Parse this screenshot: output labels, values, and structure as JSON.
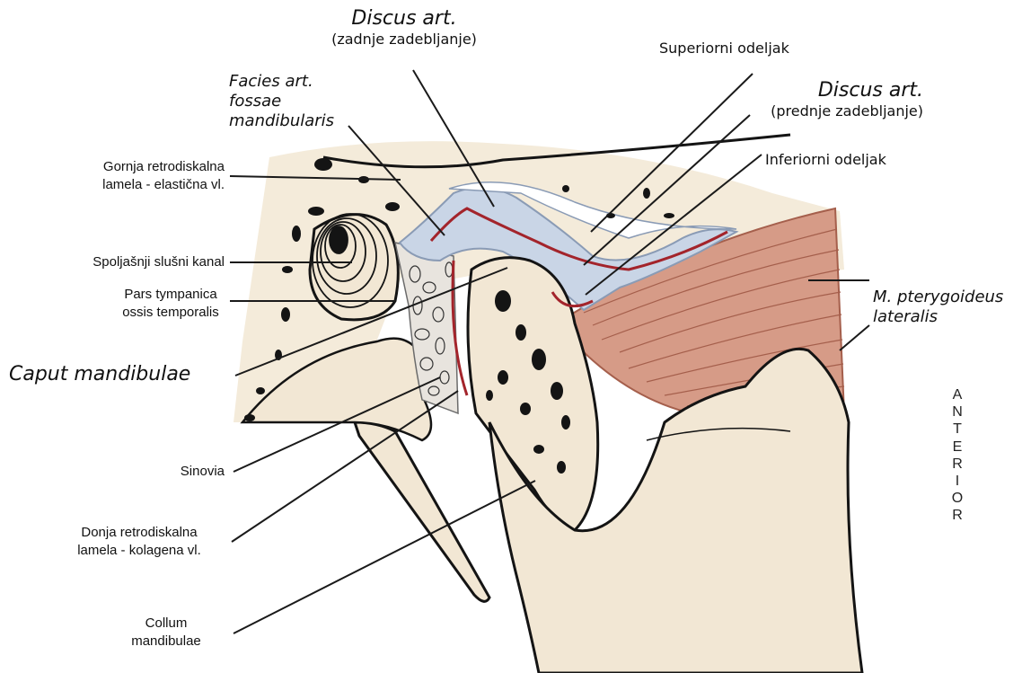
{
  "labels": {
    "discus_post": {
      "title": "Discus art.",
      "sub": "(zadnje zadebljanje)"
    },
    "discus_ant": {
      "title": "Discus art.",
      "sub": "(prednje zadebljanje)"
    },
    "facies": [
      "Facies art.",
      "fossae",
      "mandibularis"
    ],
    "superiorni": "Superiorni odeljak",
    "inferiorni": "Inferiorni odeljak",
    "gornja": [
      "Gornja retrodiskalna",
      "lamela - elastična vl."
    ],
    "spoljasnji": "Spoljašnji slušni kanal",
    "pars": [
      "Pars tympanica",
      "ossis temporalis"
    ],
    "caput": "Caput mandibulae",
    "sinovia": "Sinovia",
    "donja": [
      "Donja retrodiskalna",
      "lamela - kolagena vl."
    ],
    "collum": [
      "Collum",
      "mandibulae"
    ],
    "pterygoideus": [
      "M. pterygoideus",
      "lateralis"
    ],
    "anterior": "ANTERIOR"
  },
  "colors": {
    "bone": "#f2e7d4",
    "disc": "#c9d5e6",
    "disc_border": "#8a9bb5",
    "muscle": "#d69b87",
    "muscle_line": "#a55f4c",
    "synovial_red": "#a3242b",
    "outline": "#141414",
    "leader": "#1a1a1a"
  }
}
